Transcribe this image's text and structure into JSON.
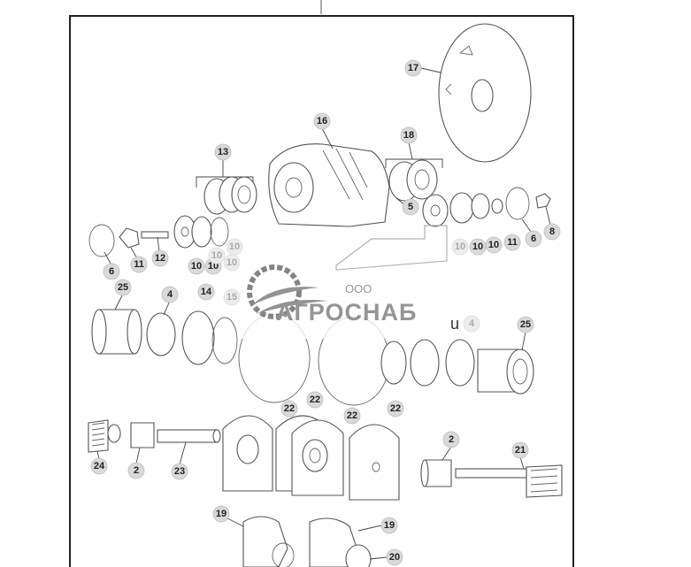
{
  "diagram": {
    "callouts": [
      {
        "label": "17"
      },
      {
        "label": "16"
      },
      {
        "label": "18"
      },
      {
        "label": "13"
      },
      {
        "label": "5"
      },
      {
        "label": "6"
      },
      {
        "label": "11"
      },
      {
        "label": "12"
      },
      {
        "label": "10"
      },
      {
        "label": "10"
      },
      {
        "label": "10"
      },
      {
        "label": "10"
      },
      {
        "label": "10"
      },
      {
        "label": "10"
      },
      {
        "label": "11"
      },
      {
        "label": "6"
      },
      {
        "label": "8"
      },
      {
        "label": "25"
      },
      {
        "label": "4"
      },
      {
        "label": "14"
      },
      {
        "label": "15"
      },
      {
        "label": "4"
      },
      {
        "label": "25"
      },
      {
        "label": "22"
      },
      {
        "label": "22"
      },
      {
        "label": "22"
      },
      {
        "label": "22"
      },
      {
        "label": "2"
      },
      {
        "label": "21"
      },
      {
        "label": "24"
      },
      {
        "label": "2"
      },
      {
        "label": "23"
      },
      {
        "label": "19"
      },
      {
        "label": "19"
      },
      {
        "label": "20"
      },
      {
        "label": "10"
      },
      {
        "label": "10"
      }
    ],
    "stray_text": "u"
  },
  "watermark": {
    "prefix": "ООО",
    "name": "АГРОСНАБ"
  }
}
